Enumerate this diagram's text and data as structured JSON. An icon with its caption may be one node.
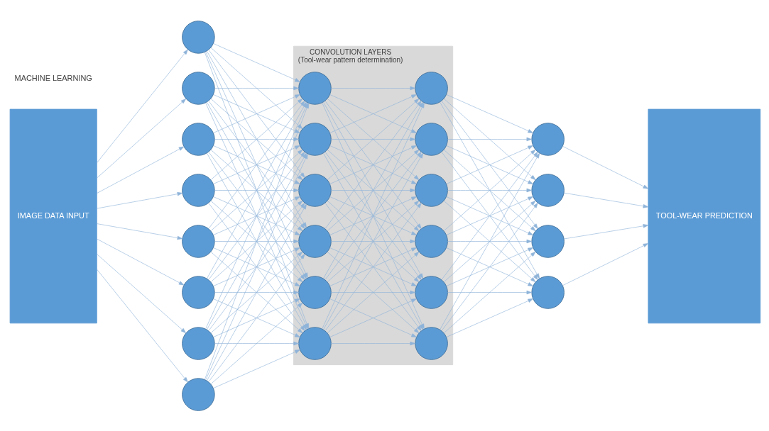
{
  "diagram": {
    "nodes": [
      {
        "text": [
          "IMAGE DATA INPUT"
        ]
      },
      {
        "text": [],
        "shape": "circle"
      },
      {
        "text": [],
        "shape": "circle"
      },
      {
        "text": [],
        "shape": "circle"
      },
      {
        "text": [],
        "shape": "circle"
      },
      {
        "text": [],
        "shape": "circle"
      },
      {
        "text": [],
        "shape": "circle"
      },
      {
        "text": [],
        "shape": "circle"
      },
      {
        "text": [],
        "shape": "circle"
      },
      {
        "text": [
          "CONVOLUTION LAYERS",
          "(Tool-wear pattern determination)"
        ]
      },
      {
        "text": [],
        "shape": "circle",
        "in": 9
      },
      {
        "text": [],
        "shape": "circle",
        "in": 9
      },
      {
        "text": [],
        "shape": "circle",
        "in": 9
      },
      {
        "text": [],
        "shape": "circle",
        "in": 9
      },
      {
        "text": [],
        "shape": "circle",
        "in": 9
      },
      {
        "text": [],
        "shape": "circle",
        "in": 9
      },
      {
        "text": [],
        "shape": "circle",
        "in": 9
      },
      {
        "text": [],
        "shape": "circle",
        "in": 9
      },
      {
        "text": [],
        "shape": "circle",
        "in": 9
      },
      {
        "text": [],
        "shape": "circle",
        "in": 9
      },
      {
        "text": [],
        "shape": "circle",
        "in": 9
      },
      {
        "text": [],
        "shape": "circle",
        "in": 9
      },
      {
        "text": [],
        "shape": "circle"
      },
      {
        "text": [],
        "shape": "circle"
      },
      {
        "text": [],
        "shape": "circle"
      },
      {
        "text": [],
        "shape": "circle"
      },
      {
        "text": [
          "TOOL-WEAR PREDICTION"
        ]
      }
    ],
    "edges": [
      {
        "from": 0,
        "to": 1,
        "arrow": "to"
      },
      {
        "from": 0,
        "to": 2,
        "arrow": "to"
      },
      {
        "from": 0,
        "to": 3,
        "arrow": "to"
      },
      {
        "from": 0,
        "to": 4,
        "arrow": "to"
      },
      {
        "from": 0,
        "to": 5,
        "arrow": "to"
      },
      {
        "from": 0,
        "to": 6,
        "arrow": "to"
      },
      {
        "from": 0,
        "to": 7,
        "arrow": "to"
      },
      {
        "from": 0,
        "to": 8,
        "arrow": "to"
      },
      {
        "from": 1,
        "to": 10,
        "arrow": "to"
      },
      {
        "from": 1,
        "to": 11,
        "arrow": "to"
      },
      {
        "from": 1,
        "to": 12,
        "arrow": "to"
      },
      {
        "from": 1,
        "to": 13,
        "arrow": "to"
      },
      {
        "from": 1,
        "to": 14,
        "arrow": "to"
      },
      {
        "from": 1,
        "to": 15,
        "arrow": "to"
      },
      {
        "from": 2,
        "to": 10,
        "arrow": "to"
      },
      {
        "from": 2,
        "to": 11,
        "arrow": "to"
      },
      {
        "from": 2,
        "to": 12,
        "arrow": "to"
      },
      {
        "from": 2,
        "to": 13,
        "arrow": "to"
      },
      {
        "from": 2,
        "to": 14,
        "arrow": "to"
      },
      {
        "from": 2,
        "to": 15,
        "arrow": "to"
      },
      {
        "from": 3,
        "to": 10,
        "arrow": "to"
      },
      {
        "from": 3,
        "to": 11,
        "arrow": "to"
      },
      {
        "from": 3,
        "to": 12,
        "arrow": "to"
      },
      {
        "from": 3,
        "to": 13,
        "arrow": "to"
      },
      {
        "from": 3,
        "to": 14,
        "arrow": "to"
      },
      {
        "from": 3,
        "to": 15,
        "arrow": "to"
      },
      {
        "from": 4,
        "to": 10,
        "arrow": "to"
      },
      {
        "from": 4,
        "to": 11,
        "arrow": "to"
      },
      {
        "from": 4,
        "to": 12,
        "arrow": "to"
      },
      {
        "from": 4,
        "to": 13,
        "arrow": "to"
      },
      {
        "from": 4,
        "to": 14,
        "arrow": "to"
      },
      {
        "from": 4,
        "to": 15,
        "arrow": "to"
      },
      {
        "from": 5,
        "to": 10,
        "arrow": "to"
      },
      {
        "from": 5,
        "to": 11,
        "arrow": "to"
      },
      {
        "from": 5,
        "to": 12,
        "arrow": "to"
      },
      {
        "from": 5,
        "to": 13,
        "arrow": "to"
      },
      {
        "from": 5,
        "to": 14,
        "arrow": "to"
      },
      {
        "from": 5,
        "to": 15,
        "arrow": "to"
      },
      {
        "from": 6,
        "to": 10,
        "arrow": "to"
      },
      {
        "from": 6,
        "to": 11,
        "arrow": "to"
      },
      {
        "from": 6,
        "to": 12,
        "arrow": "to"
      },
      {
        "from": 6,
        "to": 13,
        "arrow": "to"
      },
      {
        "from": 6,
        "to": 14,
        "arrow": "to"
      },
      {
        "from": 6,
        "to": 15,
        "arrow": "to"
      },
      {
        "from": 7,
        "to": 10,
        "arrow": "to"
      },
      {
        "from": 7,
        "to": 11,
        "arrow": "to"
      },
      {
        "from": 7,
        "to": 12,
        "arrow": "to"
      },
      {
        "from": 7,
        "to": 13,
        "arrow": "to"
      },
      {
        "from": 7,
        "to": 14,
        "arrow": "to"
      },
      {
        "from": 7,
        "to": 15,
        "arrow": "to"
      },
      {
        "from": 8,
        "to": 10,
        "arrow": "to"
      },
      {
        "from": 8,
        "to": 11,
        "arrow": "to"
      },
      {
        "from": 8,
        "to": 12,
        "arrow": "to"
      },
      {
        "from": 8,
        "to": 13,
        "arrow": "to"
      },
      {
        "from": 8,
        "to": 14,
        "arrow": "to"
      },
      {
        "from": 8,
        "to": 15,
        "arrow": "to"
      },
      {
        "from": 10,
        "to": 16,
        "arrow": "to"
      },
      {
        "from": 10,
        "to": 17,
        "arrow": "to"
      },
      {
        "from": 10,
        "to": 18,
        "arrow": "to"
      },
      {
        "from": 10,
        "to": 19,
        "arrow": "to"
      },
      {
        "from": 10,
        "to": 20,
        "arrow": "to"
      },
      {
        "from": 10,
        "to": 21,
        "arrow": "to"
      },
      {
        "from": 11,
        "to": 16,
        "arrow": "to"
      },
      {
        "from": 11,
        "to": 17,
        "arrow": "to"
      },
      {
        "from": 11,
        "to": 18,
        "arrow": "to"
      },
      {
        "from": 11,
        "to": 19,
        "arrow": "to"
      },
      {
        "from": 11,
        "to": 20,
        "arrow": "to"
      },
      {
        "from": 11,
        "to": 21,
        "arrow": "to"
      },
      {
        "from": 12,
        "to": 16,
        "arrow": "to"
      },
      {
        "from": 12,
        "to": 17,
        "arrow": "to"
      },
      {
        "from": 12,
        "to": 18,
        "arrow": "to"
      },
      {
        "from": 12,
        "to": 19,
        "arrow": "to"
      },
      {
        "from": 12,
        "to": 20,
        "arrow": "to"
      },
      {
        "from": 12,
        "to": 21,
        "arrow": "to"
      },
      {
        "from": 13,
        "to": 16,
        "arrow": "to"
      },
      {
        "from": 13,
        "to": 17,
        "arrow": "to"
      },
      {
        "from": 13,
        "to": 18,
        "arrow": "to"
      },
      {
        "from": 13,
        "to": 19,
        "arrow": "to"
      },
      {
        "from": 13,
        "to": 20,
        "arrow": "to"
      },
      {
        "from": 13,
        "to": 21,
        "arrow": "to"
      },
      {
        "from": 14,
        "to": 16,
        "arrow": "to"
      },
      {
        "from": 14,
        "to": 17,
        "arrow": "to"
      },
      {
        "from": 14,
        "to": 18,
        "arrow": "to"
      },
      {
        "from": 14,
        "to": 19,
        "arrow": "to"
      },
      {
        "from": 14,
        "to": 20,
        "arrow": "to"
      },
      {
        "from": 14,
        "to": 21,
        "arrow": "to"
      },
      {
        "from": 15,
        "to": 16,
        "arrow": "to"
      },
      {
        "from": 15,
        "to": 17,
        "arrow": "to"
      },
      {
        "from": 15,
        "to": 18,
        "arrow": "to"
      },
      {
        "from": 15,
        "to": 19,
        "arrow": "to"
      },
      {
        "from": 15,
        "to": 20,
        "arrow": "to"
      },
      {
        "from": 15,
        "to": 21,
        "arrow": "to"
      },
      {
        "from": 16,
        "to": 22,
        "arrow": "to"
      },
      {
        "from": 16,
        "to": 23,
        "arrow": "to"
      },
      {
        "from": 16,
        "to": 24,
        "arrow": "to"
      },
      {
        "from": 16,
        "to": 25,
        "arrow": "to"
      },
      {
        "from": 17,
        "to": 22,
        "arrow": "to"
      },
      {
        "from": 17,
        "to": 23,
        "arrow": "to"
      },
      {
        "from": 17,
        "to": 24,
        "arrow": "to"
      },
      {
        "from": 17,
        "to": 25,
        "arrow": "to"
      },
      {
        "from": 18,
        "to": 22,
        "arrow": "to"
      },
      {
        "from": 18,
        "to": 23,
        "arrow": "to"
      },
      {
        "from": 18,
        "to": 24,
        "arrow": "to"
      },
      {
        "from": 18,
        "to": 25,
        "arrow": "to"
      },
      {
        "from": 19,
        "to": 22,
        "arrow": "to"
      },
      {
        "from": 19,
        "to": 23,
        "arrow": "to"
      },
      {
        "from": 19,
        "to": 24,
        "arrow": "to"
      },
      {
        "from": 19,
        "to": 25,
        "arrow": "to"
      },
      {
        "from": 20,
        "to": 22,
        "arrow": "to"
      },
      {
        "from": 20,
        "to": 23,
        "arrow": "to"
      },
      {
        "from": 20,
        "to": 24,
        "arrow": "to"
      },
      {
        "from": 20,
        "to": 25,
        "arrow": "to"
      },
      {
        "from": 21,
        "to": 22,
        "arrow": "to"
      },
      {
        "from": 21,
        "to": 23,
        "arrow": "to"
      },
      {
        "from": 21,
        "to": 24,
        "arrow": "to"
      },
      {
        "from": 21,
        "to": 25,
        "arrow": "to"
      },
      {
        "from": 22,
        "to": 26,
        "arrow": "to"
      },
      {
        "from": 23,
        "to": 26,
        "arrow": "to"
      },
      {
        "from": 24,
        "to": 26,
        "arrow": "to"
      },
      {
        "from": 25,
        "to": 26,
        "arrow": "to"
      }
    ],
    "labels": [
      "MACHINE LEARNING"
    ]
  }
}
